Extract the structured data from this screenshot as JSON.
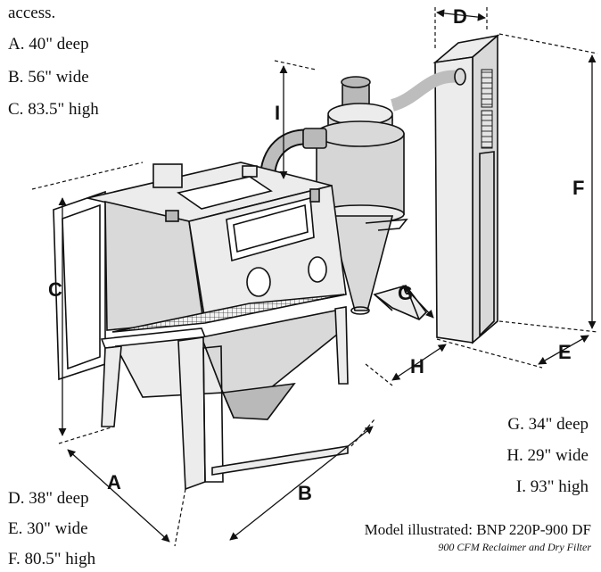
{
  "intro_text": "access.",
  "specs_left_top": [
    {
      "letter": "A.",
      "value": "40\" deep"
    },
    {
      "letter": "B.",
      "value": "56\" wide"
    },
    {
      "letter": "C.",
      "value": "83.5\" high"
    }
  ],
  "specs_left_bottom": [
    {
      "letter": "D.",
      "value": "38\" deep"
    },
    {
      "letter": "E.",
      "value": "30\" wide"
    },
    {
      "letter": "F.",
      "value": "80.5\" high"
    }
  ],
  "specs_right": [
    {
      "letter": "G.",
      "value": "34\" deep"
    },
    {
      "letter": "H.",
      "value": "29\" wide"
    },
    {
      "letter": "I.",
      "value": "93\" high"
    }
  ],
  "dimension_labels": {
    "a": "A",
    "b": "B",
    "c": "C",
    "d": "D",
    "e": "E",
    "f": "F",
    "g": "G",
    "h": "H",
    "i": "I"
  },
  "model_text": "Model illustrated: BNP 220P-900 DF",
  "model_subtext": "900 CFM Reclaimer and Dry Filter"
}
